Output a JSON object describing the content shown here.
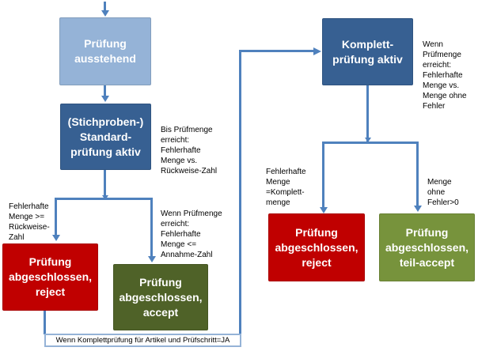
{
  "diagram": {
    "type": "flowchart",
    "language": "de",
    "boxes": {
      "pending": {
        "label": "Prüfung\nausstehend",
        "color": "#95B3D7"
      },
      "standard": {
        "label": "(Stichproben-)\nStandard-\nprüfung aktiv",
        "color": "#376092"
      },
      "reject_left": {
        "label": "Prüfung\nabgeschlossen,\nreject",
        "color": "#C00000"
      },
      "accept": {
        "label": "Prüfung\nabgeschlossen,\naccept",
        "color": "#4F6228"
      },
      "komplett": {
        "label": "Komplett-\nprüfung aktiv",
        "color": "#376092"
      },
      "reject_right": {
        "label": "Prüfung\nabgeschlossen,\nreject",
        "color": "#C00000"
      },
      "teil_accept": {
        "label": "Prüfung\nabgeschlossen,\nteil-accept",
        "color": "#77933C"
      }
    },
    "annotations": {
      "bis_pruefmenge": "Bis Prüfmenge\nerreicht:\nFehlerhafte\nMenge vs.\nRückweise-Zahl",
      "fehlerhafte_rueckweise": "Fehlerhafte\nMenge >=\nRückweise-\nZahl",
      "wenn_annahme": "Wenn Prüfmenge\nerreicht:\nFehlerhafte\nMenge <=\nAnnahme-Zahl",
      "wenn_menge_ohne_fehler": "Wenn\nPrüfmenge\nerreicht:\nFehlerhafte\nMenge vs.\nMenge ohne\nFehler",
      "fehlerhafte_komplettmenge": "Fehlerhafte\nMenge\n=Komplett-\nmenge",
      "menge_ohne_fehler": "Menge\nohne\nFehler>0",
      "komplettpruefung_bedingung": "Wenn Komplettprüfung für Artikel und Prüfschritt=JA"
    },
    "colors": {
      "connector": "#4F81BD",
      "condition_label_border": "#95B3D7",
      "node_light_blue": "#95B3D7",
      "node_dark_blue": "#376092",
      "node_red": "#C00000",
      "node_dark_green": "#4F6228",
      "node_light_green": "#77933C"
    }
  }
}
